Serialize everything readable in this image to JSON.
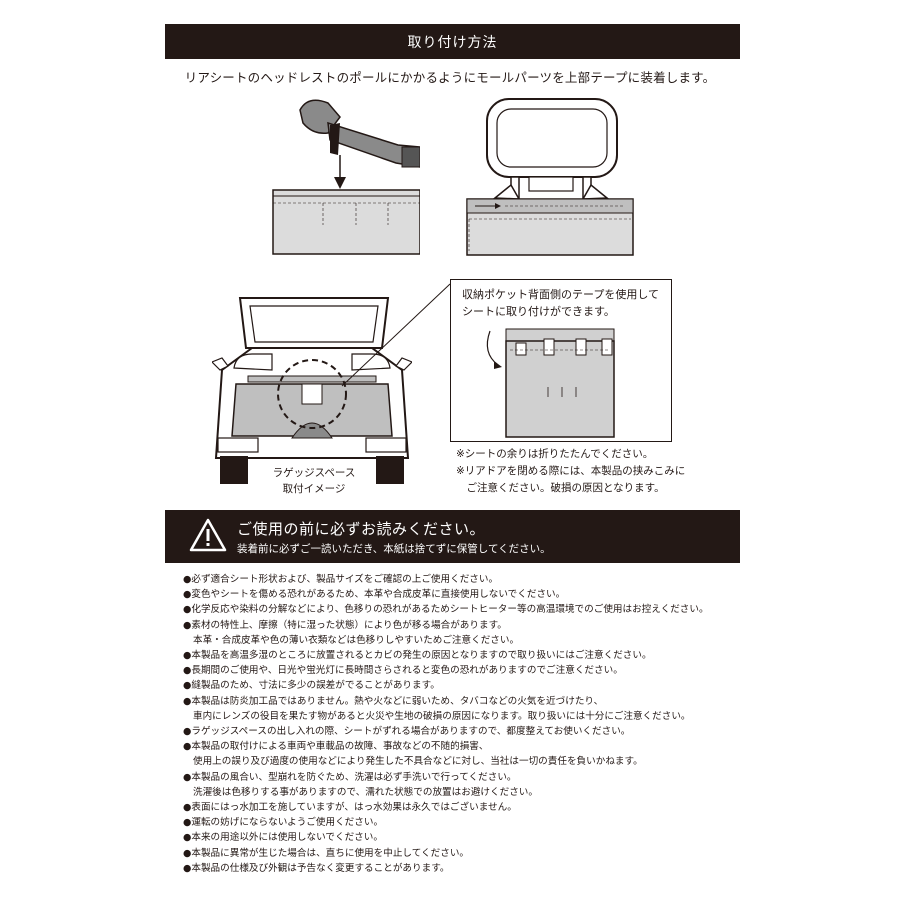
{
  "header": {
    "title": "取り付け方法"
  },
  "intro": "リアシートのヘッドレストのポールにかかるようにモールパーツを上部テープに装着します。",
  "callout": {
    "lines": [
      "収納ポケット背面側のテープを使用して",
      "シートに取り付けができます。"
    ]
  },
  "car_caption": {
    "lines": [
      "ラゲッジスペース",
      "取付イメージ"
    ]
  },
  "side_notes": {
    "lines": [
      "※シートの余りは折りたたんでください。",
      "※リアドアを閉める際には、本製品の挟みこみに",
      "　ご注意ください。破損の原因となります。"
    ]
  },
  "warning": {
    "title": "ご使用の前に必ずお読みください。",
    "subtitle": "装着前に必ずご一読いただき、本紙は捨てずに保管してください。",
    "icon": "warning-triangle-icon"
  },
  "cautions": [
    "●必ず適合シート形状および、製品サイズをご確認の上ご使用ください。",
    "●変色やシートを傷める恐れがあるため、本革や合成皮革に直接使用しないでください。",
    "●化学反応や染料の分解などにより、色移りの恐れがあるためシートヒーター等の高温環境でのご使用はお控えください。",
    "●素材の特性上、摩擦（特に湿った状態）により色が移る場合があります。",
    "本革・合成皮革や色の薄い衣類などは色移りしやすいためご注意ください。",
    "●本製品を高温多湿のところに放置されるとカビの発生の原因となりますので取り扱いにはご注意ください。",
    "●長期間のご使用や、日光や蛍光灯に長時間さらされると変色の恐れがありますのでご注意ください。",
    "●縫製品のため、寸法に多少の誤差がでることがあります。",
    "●本製品は防炎加工品ではありません。熱や火などに弱いため、タバコなどの火気を近づけたり、",
    "車内にレンズの役目を果たす物があると火災や生地の破損の原因になります。取り扱いには十分にご注意ください。",
    "●ラゲッジスペースの出し入れの際、シートがずれる場合がありますので、都度整えてお使いください。",
    "●本製品の取付けによる車両や車載品の故障、事故などの不随的損害、",
    "使用上の誤り及び過度の使用などにより発生した不具合などに対し、当社は一切の責任を負いかねます。",
    "●本製品の風合い、型崩れを防ぐため、洗濯は必ず手洗いで行ってください。",
    "洗濯後は色移りする事がありますので、濡れた状態での放置はお避けください。",
    "●表面にはっ水加工を施していますが、はっ水効果は永久ではございません。",
    "●運転の妨げにならないようご使用ください。",
    "●本来の用途以外には使用しないでください。",
    "●本製品に異常が生じた場合は、直ちに使用を中止してください。",
    "●本製品の仕様及び外観は予告なく変更することがあります。"
  ]
}
